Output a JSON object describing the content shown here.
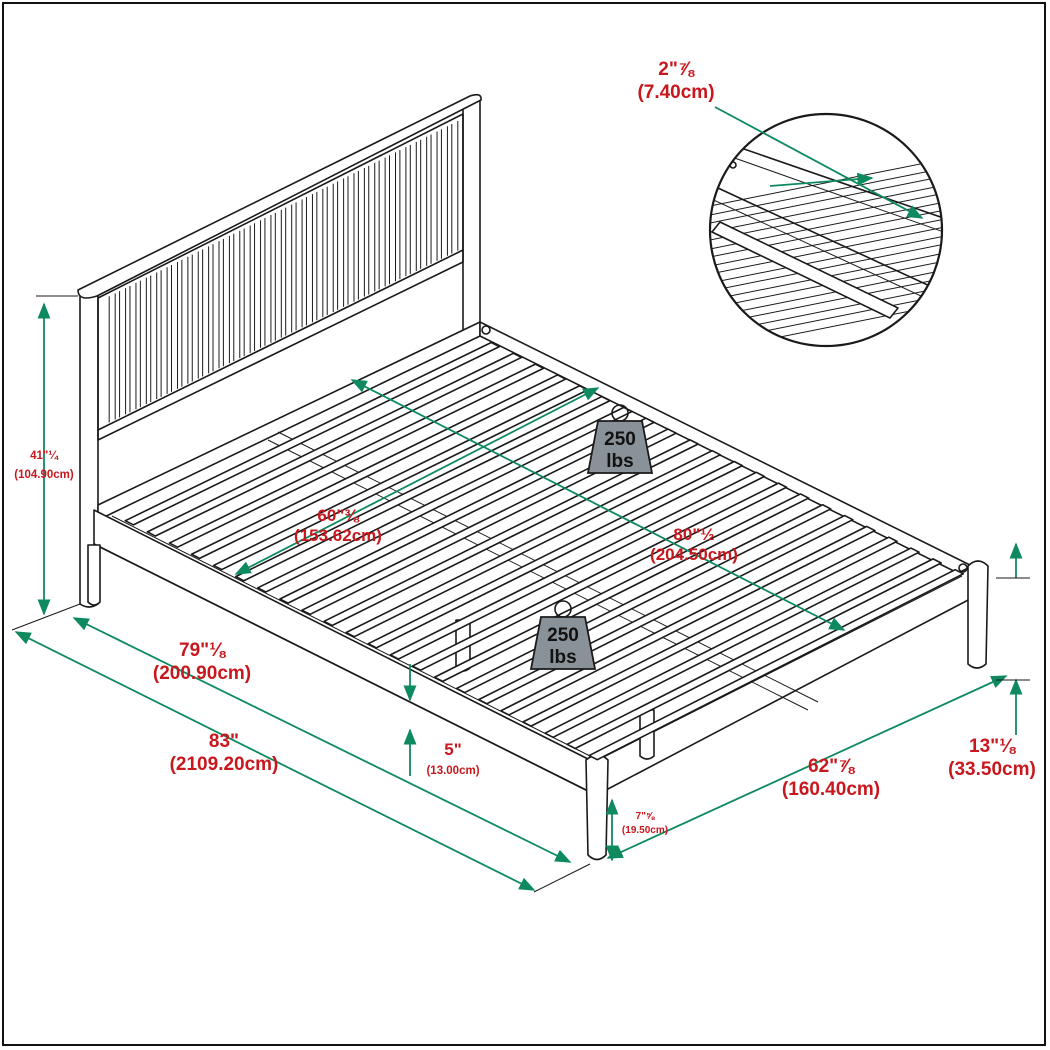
{
  "accent_color": "#0f8a5f",
  "label_color": "#c8181e",
  "weights": [
    {
      "value": "250",
      "unit": "lbs"
    },
    {
      "value": "250",
      "unit": "lbs"
    }
  ],
  "dimensions": {
    "slat_gap": {
      "imperial": "2\"⅞",
      "metric": "(7.40cm)"
    },
    "headboard_height": {
      "imperial": "41\"¼",
      "metric": "(104.90cm)"
    },
    "inner_width": {
      "imperial": "60\"⅜",
      "metric": "(153.62cm)"
    },
    "inner_length": {
      "imperial": "80\"½",
      "metric": "(204.50cm)"
    },
    "side_rail_length": {
      "imperial": "79\"⅛",
      "metric": "(200.90cm)"
    },
    "overall_length": {
      "imperial": "83\"",
      "metric": "(2109.20cm)"
    },
    "under_clearance": {
      "imperial": "5\"",
      "metric": "(13.00cm)"
    },
    "overall_width": {
      "imperial": "62\"⅞",
      "metric": "(160.40cm)"
    },
    "frame_height": {
      "imperial": "13\"⅛",
      "metric": "(33.50cm)"
    },
    "leg_height": {
      "imperial": "7\"⅝",
      "metric": "(19.50cm)"
    }
  }
}
